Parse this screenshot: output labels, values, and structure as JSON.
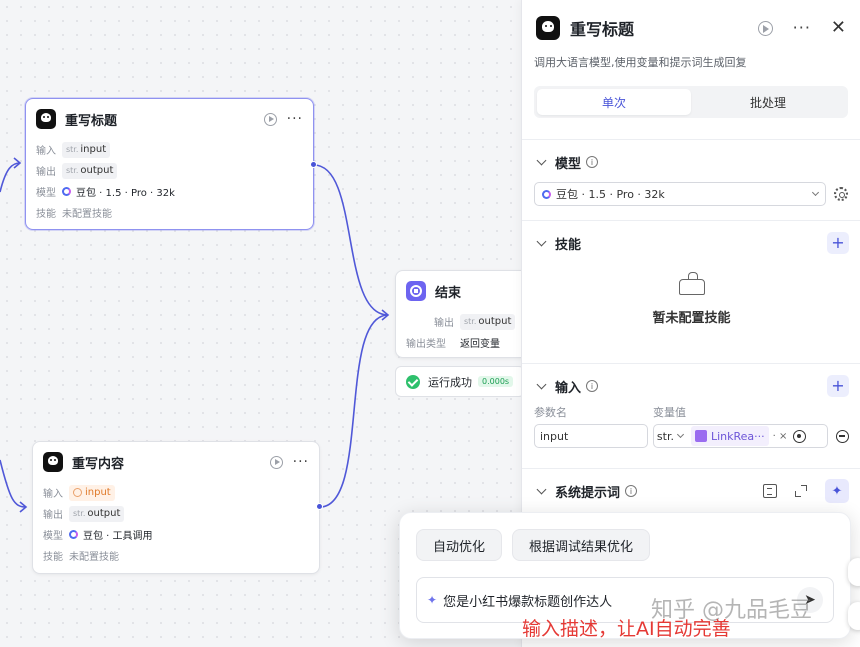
{
  "canvas": {
    "node_title_rewrite": {
      "title": "重写标题",
      "input_label": "输入",
      "input_type": "str.",
      "input_value": "input",
      "output_label": "输出",
      "output_type": "str.",
      "output_value": "output",
      "model_label": "模型",
      "model_value": "豆包 · 1.5 · Pro · 32k",
      "skill_label": "技能",
      "skill_value": "未配置技能"
    },
    "node_end": {
      "title": "结束",
      "output_label": "输出",
      "output_type": "str.",
      "output_value": "output",
      "output_type_label": "输出类型",
      "output_type_value": "返回变量",
      "status_text": "运行成功",
      "status_time": "0.000s"
    },
    "node_content_rewrite": {
      "title": "重写内容",
      "input_label": "输入",
      "input_value": "input",
      "output_label": "输出",
      "output_type": "str.",
      "output_value": "output",
      "model_label": "模型",
      "model_value": "豆包 · 工具调用",
      "skill_label": "技能",
      "skill_value": "未配置技能"
    }
  },
  "panel": {
    "title": "重写标题",
    "description": "调用大语言模型,使用变量和提示词生成回复",
    "tabs": [
      "单次",
      "批处理"
    ],
    "model_section": {
      "title": "模型",
      "selected": "豆包 · 1.5 · Pro · 32k"
    },
    "skill_section": {
      "title": "技能",
      "empty_text": "暂未配置技能"
    },
    "input_section": {
      "title": "输入",
      "col_param": "参数名",
      "col_value": "变量值",
      "param_value": "input",
      "type_value": "str.",
      "var_value": "LinkRea···",
      "var_suffix": "· ×"
    },
    "system_prompt_section": {
      "title": "系统提示词"
    }
  },
  "popup": {
    "chips": [
      "自动优化",
      "根据调试结果优化"
    ],
    "prompt_text": "您是小红书爆款标题创作达人"
  },
  "overlay": {
    "watermark": "知乎 @九品毛豆",
    "annotation": "输入描述，让AI自动完善"
  },
  "icons": {
    "more": "···",
    "close": "✕",
    "plus": "+",
    "send": "➤",
    "sparkle": "✦",
    "wand": "✦",
    "info": "i"
  },
  "colors": {
    "accent": "#4954d8",
    "edge": "#5058d8",
    "success": "#2ec06c",
    "annotation": "#e53935"
  }
}
